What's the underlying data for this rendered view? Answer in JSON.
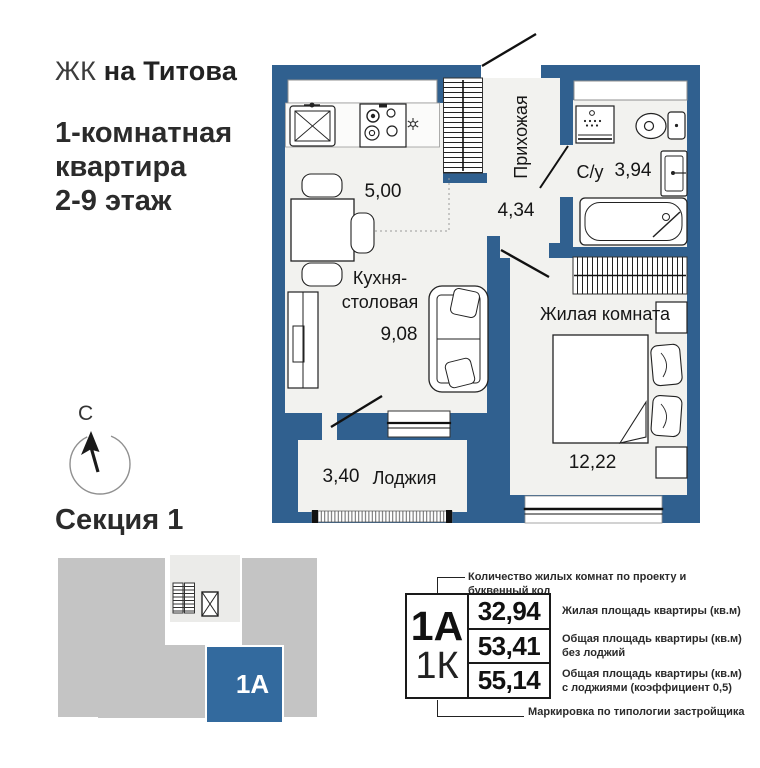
{
  "header": {
    "brand_light": "ЖК",
    "brand_bold": "на Титова",
    "subtitle": "1-комнатная\nквартира\n2-9 этаж"
  },
  "compass": {
    "north_label": "С"
  },
  "section": {
    "title": "Секция 1",
    "unit_label": "1А"
  },
  "plan": {
    "kitchen": {
      "label": "Кухня-\nстоловая",
      "area": "9,08",
      "zone_area": "5,00"
    },
    "hallway": {
      "label": "Прихожая",
      "area": "4,34"
    },
    "bathroom": {
      "label": "С/у",
      "area": "3,94"
    },
    "living": {
      "label": "Жилая комната",
      "area": "12,22"
    },
    "loggia": {
      "label": "Лоджия",
      "area": "3,40"
    }
  },
  "spec_table": {
    "unit_code": "1А",
    "unit_type": "1К",
    "rows": [
      {
        "value": "32,94",
        "label": "Жилая площадь квартиры (кв.м)"
      },
      {
        "value": "53,41",
        "label": "Общая площадь квартиры (кв.м)\nбез лоджий"
      },
      {
        "value": "55,14",
        "label": "Общая площадь квартиры (кв.м)\nс лоджиями (коэффициент 0,5)"
      }
    ],
    "top_note": "Количество жилых комнат по проекту и буквенный код",
    "bottom_note": "Маркировка по типологии застройщика"
  },
  "icons": [
    "compass-north-arrow",
    "stairs",
    "elevator",
    "sink",
    "stove",
    "extractor-fan",
    "dining-table",
    "wardrobe",
    "sofa",
    "washing-machine",
    "toilet",
    "washbasin",
    "bathtub",
    "double-bed",
    "nightstand"
  ],
  "colors": {
    "wall_blue": "#30608f",
    "unit_blue": "#336a9e",
    "block_gray": "#c4c4c4",
    "stairwell_gray": "#ebebe9",
    "room_fill": "#f2f2ef"
  }
}
